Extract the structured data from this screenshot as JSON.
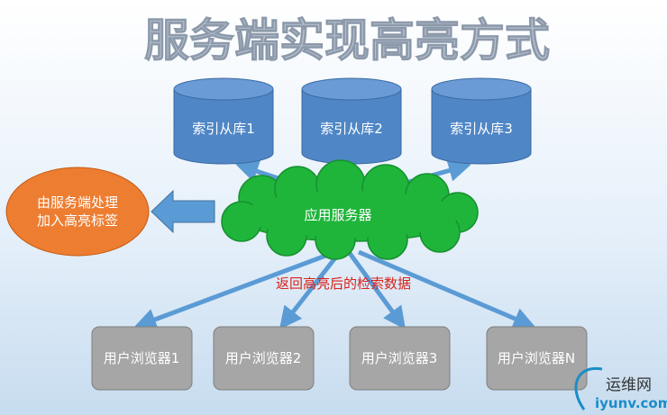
{
  "title": "服务端实现高亮方式",
  "databases": [
    {
      "label": "索引从库1"
    },
    {
      "label": "索引从库2"
    },
    {
      "label": "索引从库3"
    }
  ],
  "server": {
    "label": "应用服务器"
  },
  "process_note": {
    "line1": "由服务端处理",
    "line2": "加入高亮标签"
  },
  "return_label": "返回高亮后的检索数据",
  "browsers": [
    {
      "label": "用户浏览器1"
    },
    {
      "label": "用户浏览器2"
    },
    {
      "label": "用户浏览器3"
    },
    {
      "label": "用户浏览器N"
    }
  ],
  "watermark": {
    "name": "运维网",
    "url": "iyunv.com"
  },
  "colors": {
    "db_fill": "#4f86c6",
    "cloud_fill": "#1fb53b",
    "orange_fill": "#ed7d31",
    "browser_fill": "#a6a6a6",
    "arrow": "#5b9bd5"
  }
}
